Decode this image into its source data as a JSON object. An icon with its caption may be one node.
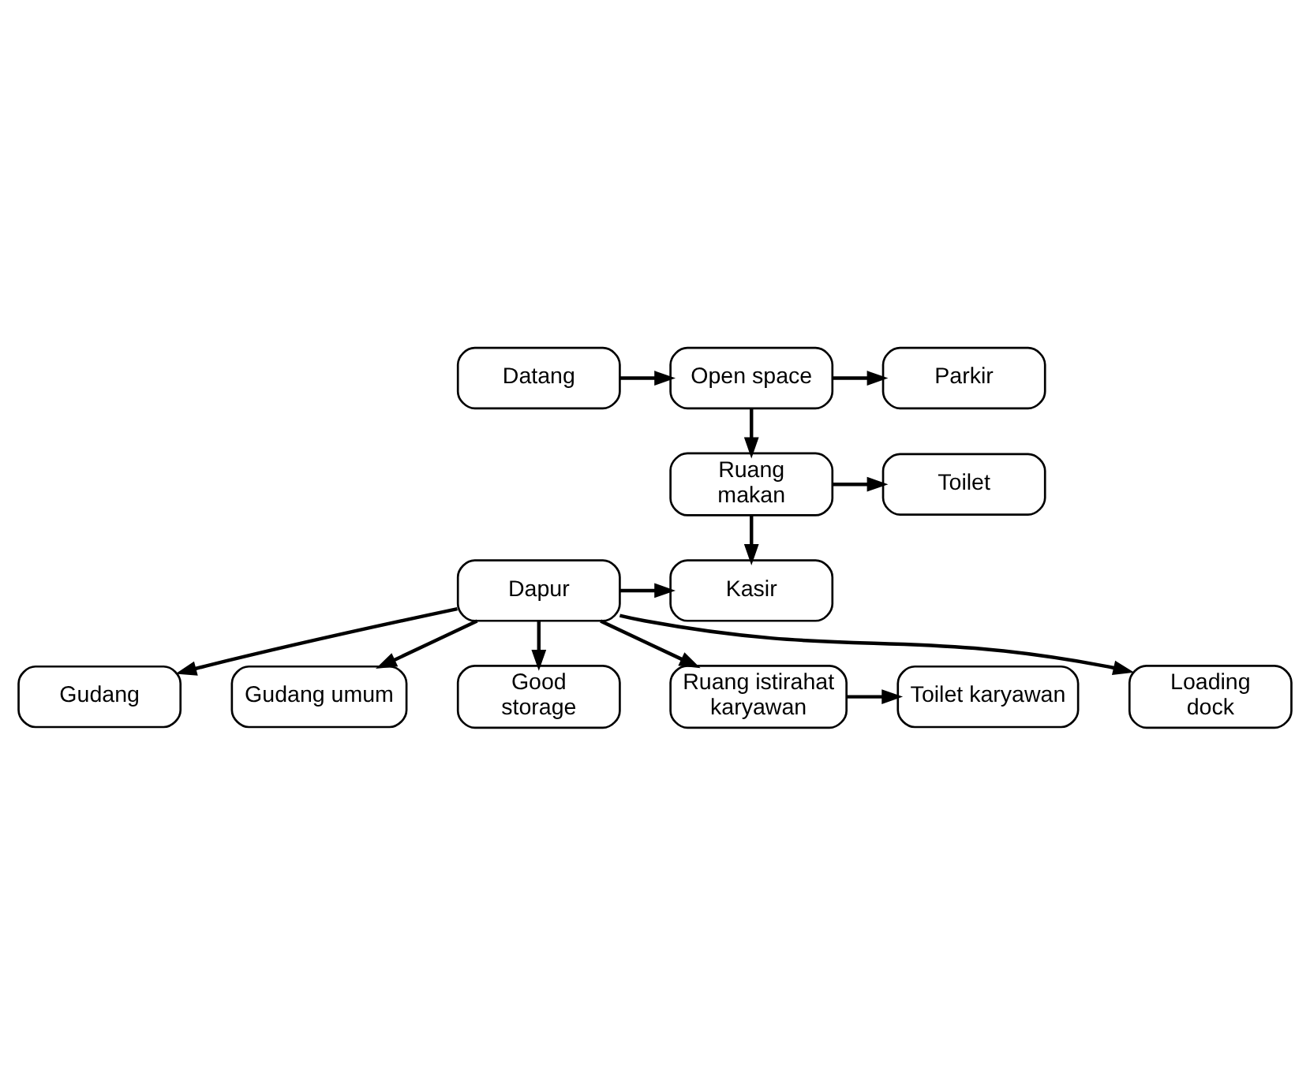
{
  "diagram": {
    "nodes": [
      {
        "text": [
          "Datang"
        ]
      },
      {
        "text": [
          "Open space"
        ]
      },
      {
        "text": [
          "Parkir"
        ]
      },
      {
        "text": [
          "Ruang makan"
        ]
      },
      {
        "text": [
          "Toilet"
        ]
      },
      {
        "text": [
          "Dapur"
        ]
      },
      {
        "text": [
          "Kasir"
        ]
      },
      {
        "text": [
          "Gudang"
        ]
      },
      {
        "text": [
          "Gudang umum"
        ]
      },
      {
        "text": [
          "Good storage"
        ]
      },
      {
        "text": [
          "Ruang istirahat karyawan"
        ]
      },
      {
        "text": [
          "Toilet karyawan"
        ]
      },
      {
        "text": [
          "Loading dock"
        ]
      }
    ],
    "edges": [
      {
        "from": 0,
        "to": 1,
        "arrow": "to"
      },
      {
        "from": 1,
        "to": 2,
        "arrow": "to"
      },
      {
        "from": 1,
        "to": 3,
        "arrow": "to"
      },
      {
        "from": 3,
        "to": 4,
        "arrow": "to"
      },
      {
        "from": 3,
        "to": 6,
        "arrow": "to"
      },
      {
        "from": 5,
        "to": 6,
        "arrow": "to"
      },
      {
        "from": 5,
        "to": 7,
        "arrow": "to"
      },
      {
        "from": 5,
        "to": 8,
        "arrow": "to"
      },
      {
        "from": 5,
        "to": 9,
        "arrow": "to"
      },
      {
        "from": 5,
        "to": 10,
        "arrow": "to"
      },
      {
        "from": 5,
        "to": 12,
        "arrow": "to"
      },
      {
        "from": 10,
        "to": 11,
        "arrow": "to"
      }
    ]
  }
}
